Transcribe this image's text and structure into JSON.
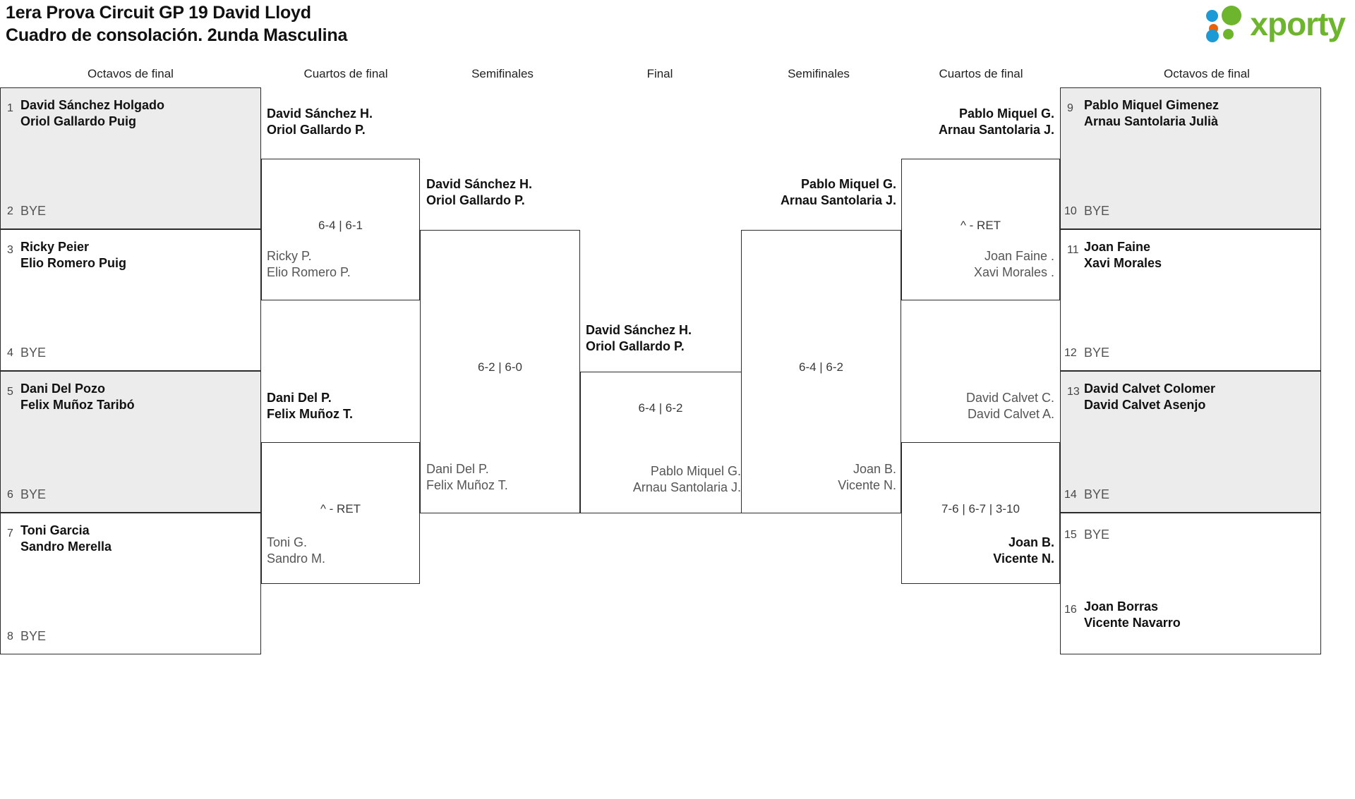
{
  "header": {
    "title_line1": "1era Prova Circuit GP 19 David Lloyd",
    "title_line2": "Cuadro de consolación. 2unda Masculina",
    "logo_text": "xporty",
    "logo_colors": {
      "blue": "#1b9ad6",
      "orange": "#e8630a",
      "green": "#6cb52d"
    }
  },
  "round_headers": {
    "l_octavos": "Octavos de final",
    "l_cuartos": "Cuartos de final",
    "l_semis": "Semifinales",
    "final": "Final",
    "r_semis": "Semifinales",
    "r_cuartos": "Cuartos de final",
    "r_octavos": "Octavos de final"
  },
  "bye_label": "BYE",
  "left_octavos": [
    {
      "seed": "1",
      "p1": "David Sánchez Holgado",
      "p2": "Oriol Gallardo Puig"
    },
    {
      "seed": "2",
      "bye": "BYE"
    },
    {
      "seed": "3",
      "p1": "Ricky Peier",
      "p2": "Elio Romero Puig"
    },
    {
      "seed": "4",
      "bye": "BYE"
    },
    {
      "seed": "5",
      "p1": "Dani Del Pozo",
      "p2": "Felix Muñoz Taribó"
    },
    {
      "seed": "6",
      "bye": "BYE"
    },
    {
      "seed": "7",
      "p1": "Toni Garcia",
      "p2": "Sandro Merella"
    },
    {
      "seed": "8",
      "bye": "BYE"
    }
  ],
  "right_octavos": [
    {
      "seed": "9",
      "p1": "Pablo Miquel Gimenez",
      "p2": "Arnau Santolaria Julià"
    },
    {
      "seed": "10",
      "bye": "BYE"
    },
    {
      "seed": "11",
      "p1": "Joan Faine",
      "p2": "Xavi Morales"
    },
    {
      "seed": "12",
      "bye": "BYE"
    },
    {
      "seed": "13",
      "p1": "David Calvet Colomer",
      "p2": "David Calvet Asenjo"
    },
    {
      "seed": "14",
      "bye": "BYE"
    },
    {
      "seed": "15",
      "bye": "BYE"
    },
    {
      "seed": "16",
      "p1": "Joan Borras",
      "p2": "Vicente Navarro"
    }
  ],
  "left_cuartos": [
    {
      "top_p1": "David Sánchez H.",
      "top_p2": "Oriol Gallardo P.",
      "top_result": "win",
      "bot_p1": "Ricky P.",
      "bot_p2": "Elio Romero P.",
      "bot_result": "lose",
      "score": "6-4 | 6-1"
    },
    {
      "top_p1": "Dani Del P.",
      "top_p2": "Felix Muñoz T.",
      "top_result": "win",
      "bot_p1": "Toni G.",
      "bot_p2": "Sandro M.",
      "bot_result": "lose",
      "score": "^ - RET"
    }
  ],
  "left_semis": [
    {
      "top_p1": "David Sánchez H.",
      "top_p2": "Oriol Gallardo P.",
      "top_result": "win",
      "bot_p1": "Dani Del P.",
      "bot_p2": "Felix Muñoz T.",
      "bot_result": "lose",
      "score": "6-2 | 6-0"
    }
  ],
  "final_match": {
    "top_p1": "David Sánchez H.",
    "top_p2": "Oriol Gallardo P.",
    "top_result": "win",
    "bot_p1": "Pablo Miquel G.",
    "bot_p2": "Arnau Santolaria J.",
    "bot_result": "lose",
    "score": "6-4 | 6-2"
  },
  "right_semis": [
    {
      "top_p1": "Pablo Miquel G.",
      "top_p2": "Arnau Santolaria J.",
      "top_result": "win",
      "bot_p1": "Joan B.",
      "bot_p2": "Vicente N.",
      "bot_result": "lose",
      "score": "6-4 | 6-2"
    }
  ],
  "right_cuartos": [
    {
      "top_p1": "Pablo Miquel G.",
      "top_p2": "Arnau Santolaria J.",
      "top_result": "win",
      "bot_p1": "Joan Faine .",
      "bot_p2": "Xavi Morales .",
      "bot_result": "lose",
      "score": "^ - RET"
    },
    {
      "top_p1": "David Calvet C.",
      "top_p2": "David Calvet A.",
      "top_result": "lose",
      "bot_p1": "Joan B.",
      "bot_p2": "Vicente N.",
      "bot_result": "win",
      "score": "7-6 | 6-7 | 3-10"
    }
  ]
}
